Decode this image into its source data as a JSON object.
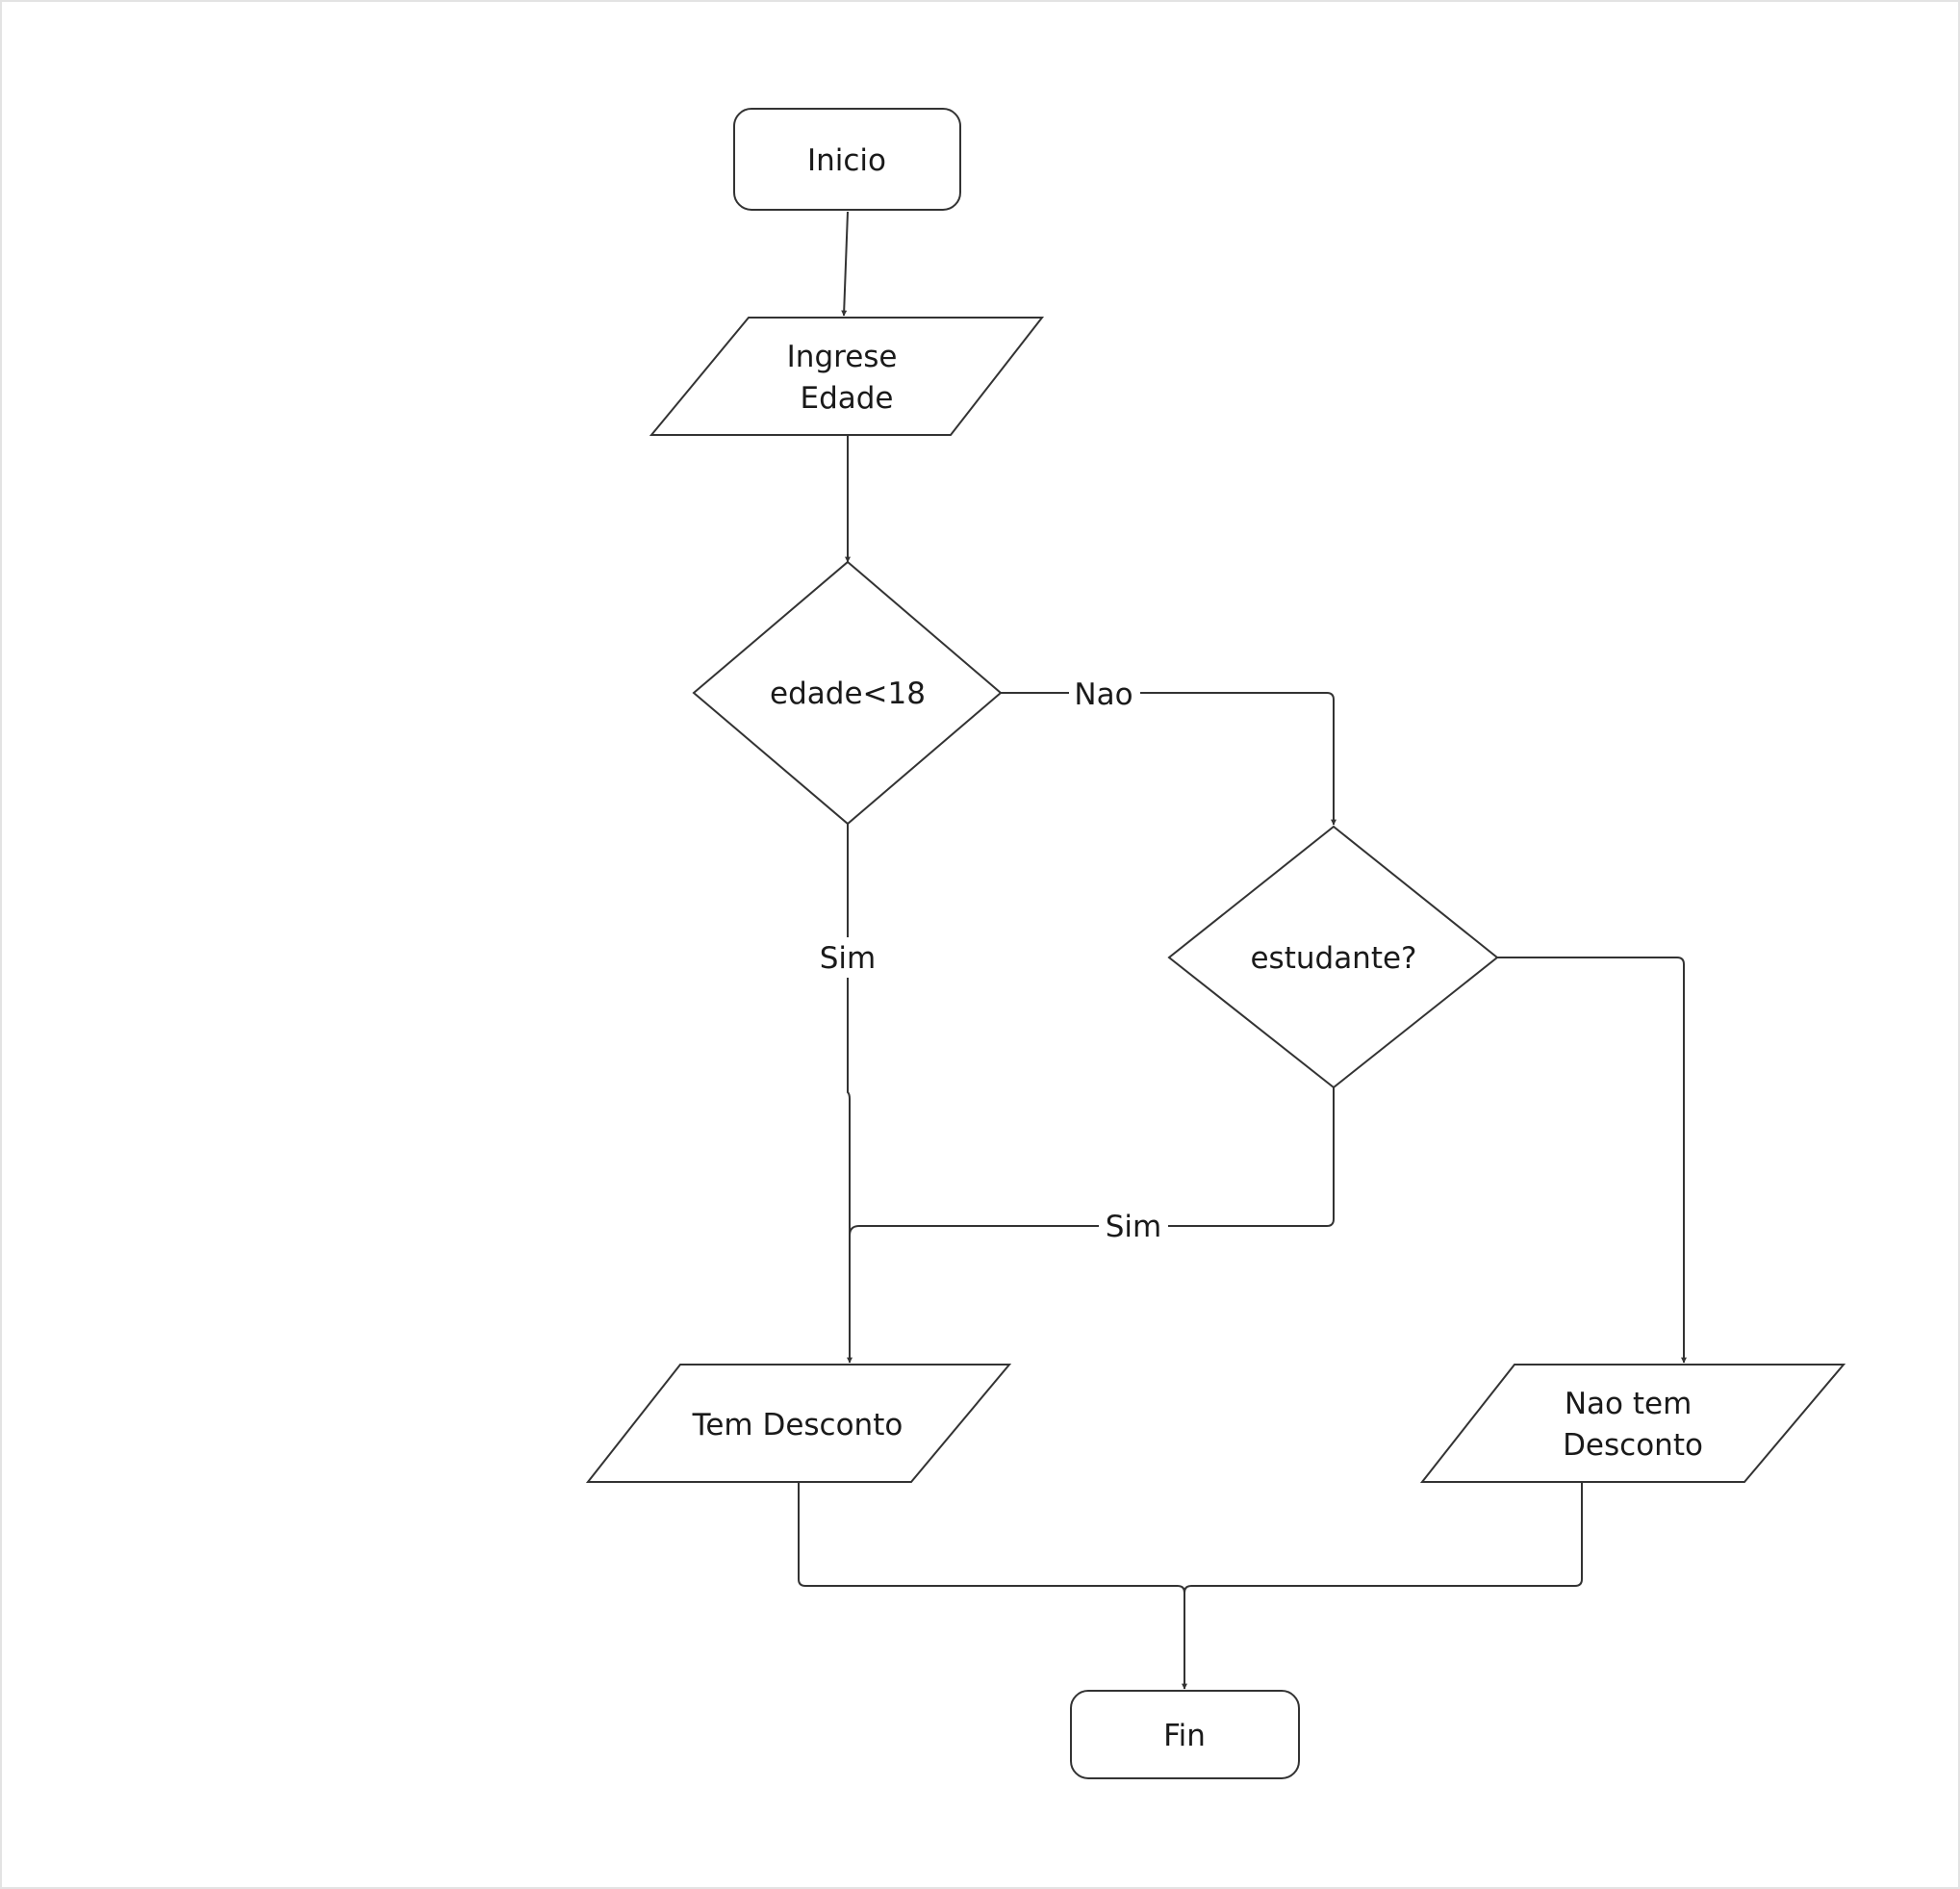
{
  "diagram": {
    "nodes": {
      "inicio": {
        "lines": [
          "Inicio"
        ]
      },
      "ingrese": {
        "lines": [
          "Ingrese",
          "Edade"
        ]
      },
      "edade_check": {
        "lines": [
          "edade<18"
        ]
      },
      "estudante_check": {
        "lines": [
          "estudante?"
        ]
      },
      "tem_desconto": {
        "lines": [
          "Tem Desconto"
        ]
      },
      "nao_tem_desconto": {
        "lines": [
          "Nao tem",
          "Desconto"
        ]
      },
      "fin": {
        "lines": [
          "Fin"
        ]
      }
    },
    "edges": {
      "edade_nao": "Nao",
      "edade_sim": "Sim",
      "estudante_sim": "Sim"
    },
    "colors": {
      "stroke": "#333333",
      "text": "#1a1a1a",
      "background": "#ffffff"
    }
  }
}
